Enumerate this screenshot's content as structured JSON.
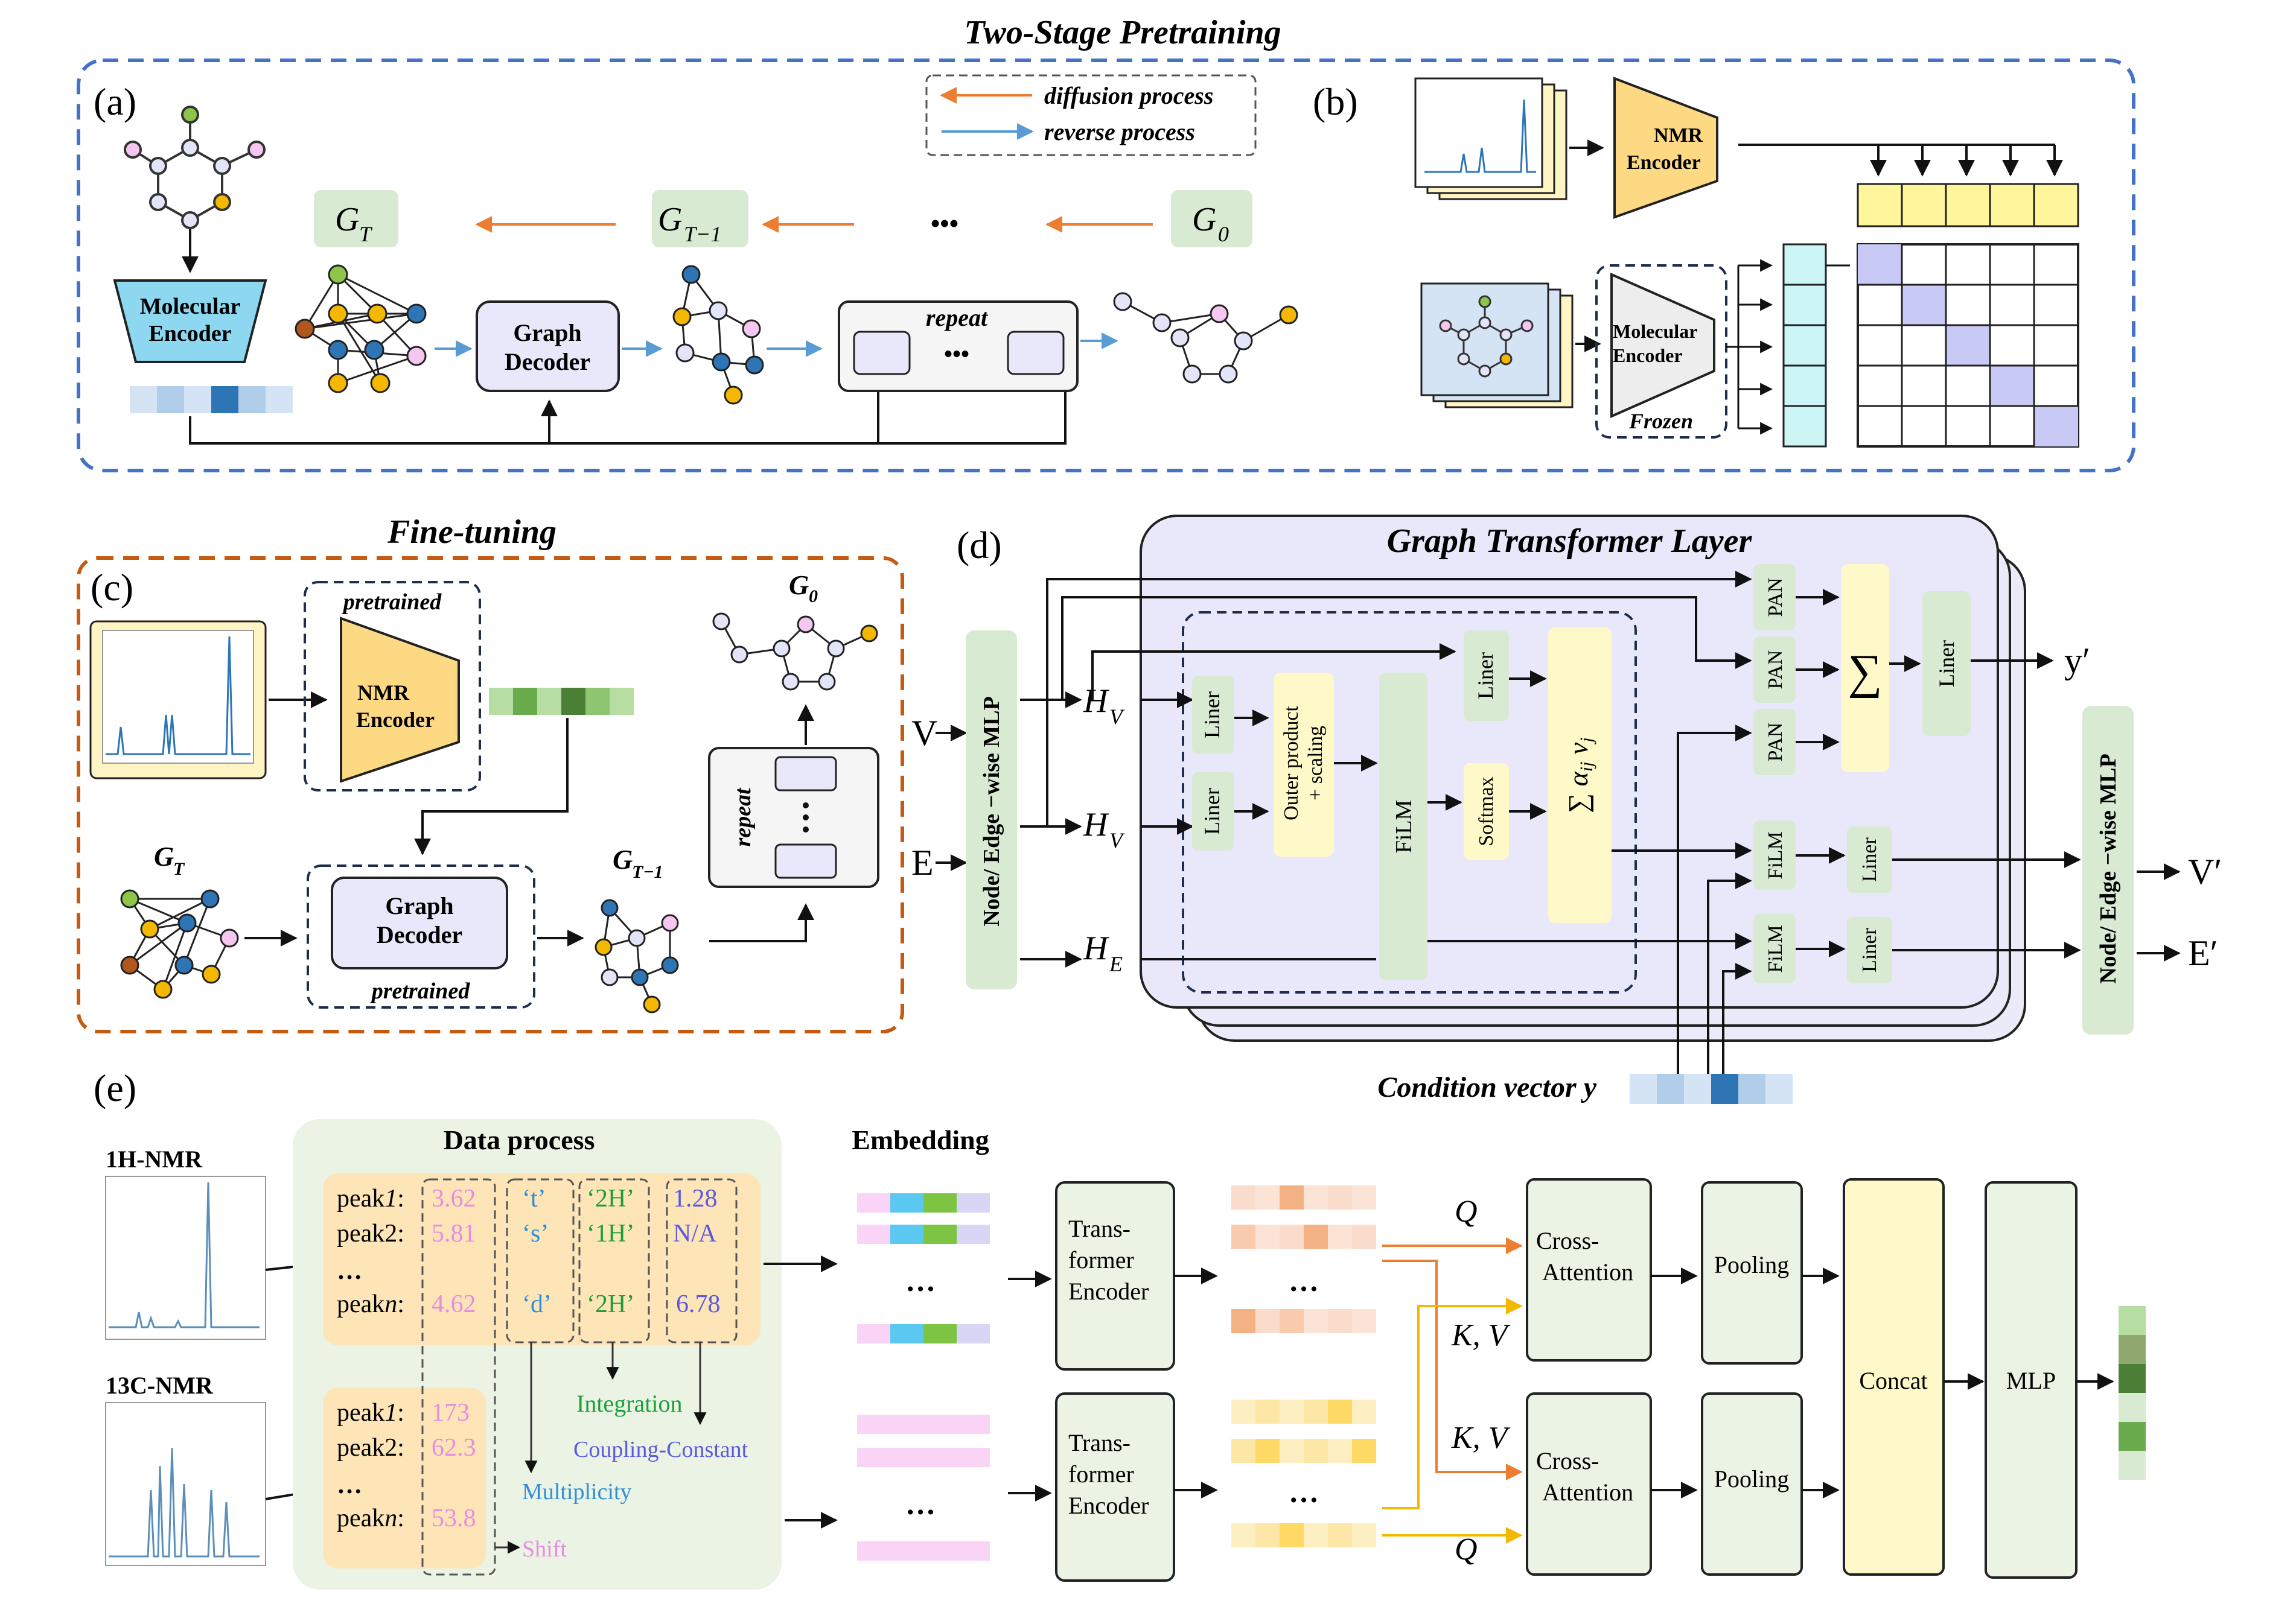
{
  "pretraining": {
    "title": "Two-Stage Pretraining",
    "panel_a": "(a)",
    "panel_b": "(b)",
    "legend_diffusion": "diffusion process",
    "legend_reverse": "reverse process",
    "mol_encoder": [
      "Molecular",
      "Encoder"
    ],
    "graph_decoder": [
      "Graph",
      "Decoder"
    ],
    "repeat": "repeat",
    "dots": "•••",
    "g_t": "G",
    "g_t_sub": "T",
    "g_t1_sub": "T−1",
    "g_0_sub": "0",
    "nmr_encoder": [
      "NMR",
      "Encoder"
    ],
    "frozen": "Frozen"
  },
  "finetuning": {
    "title": "Fine-tuning",
    "panel_c": "(c)",
    "pretrained": "pretrained",
    "nmr_encoder": [
      "NMR",
      "Encoder"
    ],
    "graph_decoder": [
      "Graph",
      "Decoder"
    ],
    "repeat": "repeat",
    "g0": "G",
    "g0_sub": "0",
    "gt": "G",
    "gt_sub": "T",
    "gt1_sub": "T−1"
  },
  "transformer": {
    "panel_d": "(d)",
    "title": "Graph Transformer Layer",
    "in_v": "V",
    "in_e": "E",
    "mlp_in": "Node/ Edge −wise MLP",
    "mlp_out": "Node/ Edge −wise MLP",
    "hv": "H",
    "hv_sub": "V",
    "he_sub": "E",
    "liner": "Liner",
    "outer": [
      "Outer product",
      "+ scaling"
    ],
    "film": "FiLM",
    "softmax": "Softmax",
    "pan": "PAN",
    "out_y": "y′",
    "out_v": "V′",
    "out_e": "E′",
    "condition": "Condition vector y"
  },
  "processing": {
    "panel_e": "(e)",
    "h_nmr": "1H-NMR",
    "c_nmr": "13C-NMR",
    "data_process": "Data process",
    "embedding": "Embedding",
    "h_peak_labels": [
      "peak",
      "peak",
      "peak"
    ],
    "h_peak_nums": [
      "1",
      "2",
      "n"
    ],
    "h_shift": [
      "3.62",
      "5.81",
      "4.62"
    ],
    "h_mult": [
      "‘t’",
      "‘s’",
      "‘d’"
    ],
    "h_integ": [
      "‘2H’",
      "‘1H’",
      "‘2H’"
    ],
    "h_coup": [
      "1.28",
      "N/A",
      "6.78"
    ],
    "c_shift": [
      "173",
      "62.3",
      "53.8"
    ],
    "ellipsis": "…",
    "integration": "Integration",
    "coupling": "Coupling-Constant",
    "multiplicity": "Multiplicity",
    "shift": "Shift",
    "trans_enc": [
      "Trans-",
      "former",
      "Encoder"
    ],
    "q": "Q",
    "kv": "K, V",
    "cross_att": [
      "Cross-",
      "Attention"
    ],
    "pooling": "Pooling",
    "concat": "Concat",
    "mlp": "MLP"
  },
  "colors": {
    "blue_dash": "#4472C4",
    "orange_dash": "#C55A11",
    "arrow_orange": "#ED7D31",
    "arrow_blue": "#5B9BD5",
    "lavender": "#E8E8FA",
    "green_box": "#D9EAD3",
    "yellow_box": "#FFF9C9",
    "encoder_yellow": "#FDD984",
    "encoder_blue": "#8DD7F0",
    "cyan": "#CCF5F5",
    "pink": "#E88CE0",
    "mult_blue": "#2E8FD8",
    "integ_green": "#1A9F3A",
    "coup_purple": "#5A5AE0"
  }
}
